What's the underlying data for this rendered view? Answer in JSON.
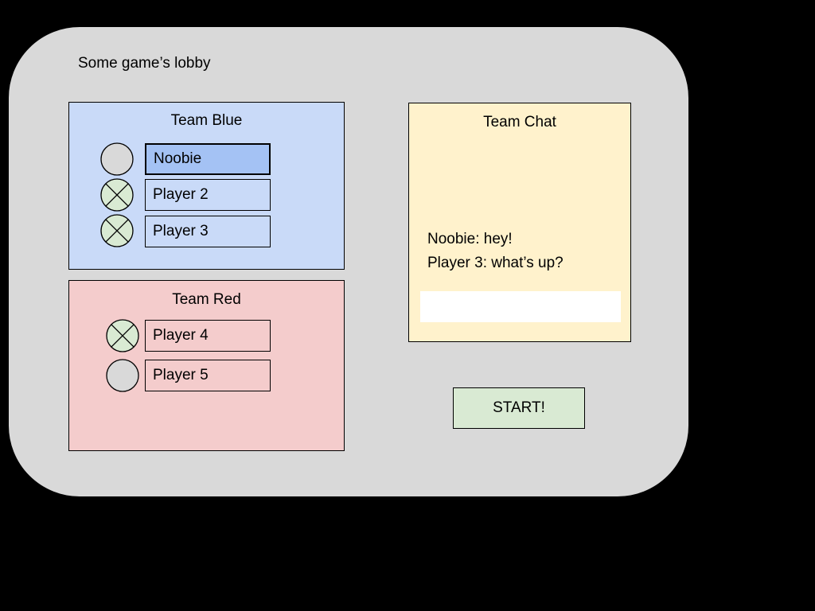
{
  "window": {
    "title": "Some game’s lobby"
  },
  "colors": {
    "background": "#000000",
    "lobby_bg": "#d9d9d9",
    "team_blue_bg": "#c9daf8",
    "selected_player_bg": "#a4c2f4",
    "team_red_bg": "#f4cccc",
    "chat_bg": "#fff2cc",
    "start_button_bg": "#d9ead3",
    "crossed_circle_fill": "#d9ead3",
    "empty_circle_fill": "#d9d9d9",
    "border": "#000000"
  },
  "team_blue": {
    "title": "Team Blue",
    "players": [
      {
        "name": "Noobie",
        "status": "empty",
        "selected": true
      },
      {
        "name": "Player 2",
        "status": "crossed",
        "selected": false
      },
      {
        "name": "Player 3",
        "status": "crossed",
        "selected": false
      }
    ]
  },
  "team_red": {
    "title": "Team Red",
    "players": [
      {
        "name": "Player 4",
        "status": "crossed",
        "selected": false
      },
      {
        "name": "Player 5",
        "status": "empty",
        "selected": false
      }
    ]
  },
  "chat": {
    "title": "Team Chat",
    "messages": [
      "Noobie: hey!",
      "Player 3: what’s up?"
    ],
    "input_value": ""
  },
  "start_button": {
    "label": "START!"
  }
}
